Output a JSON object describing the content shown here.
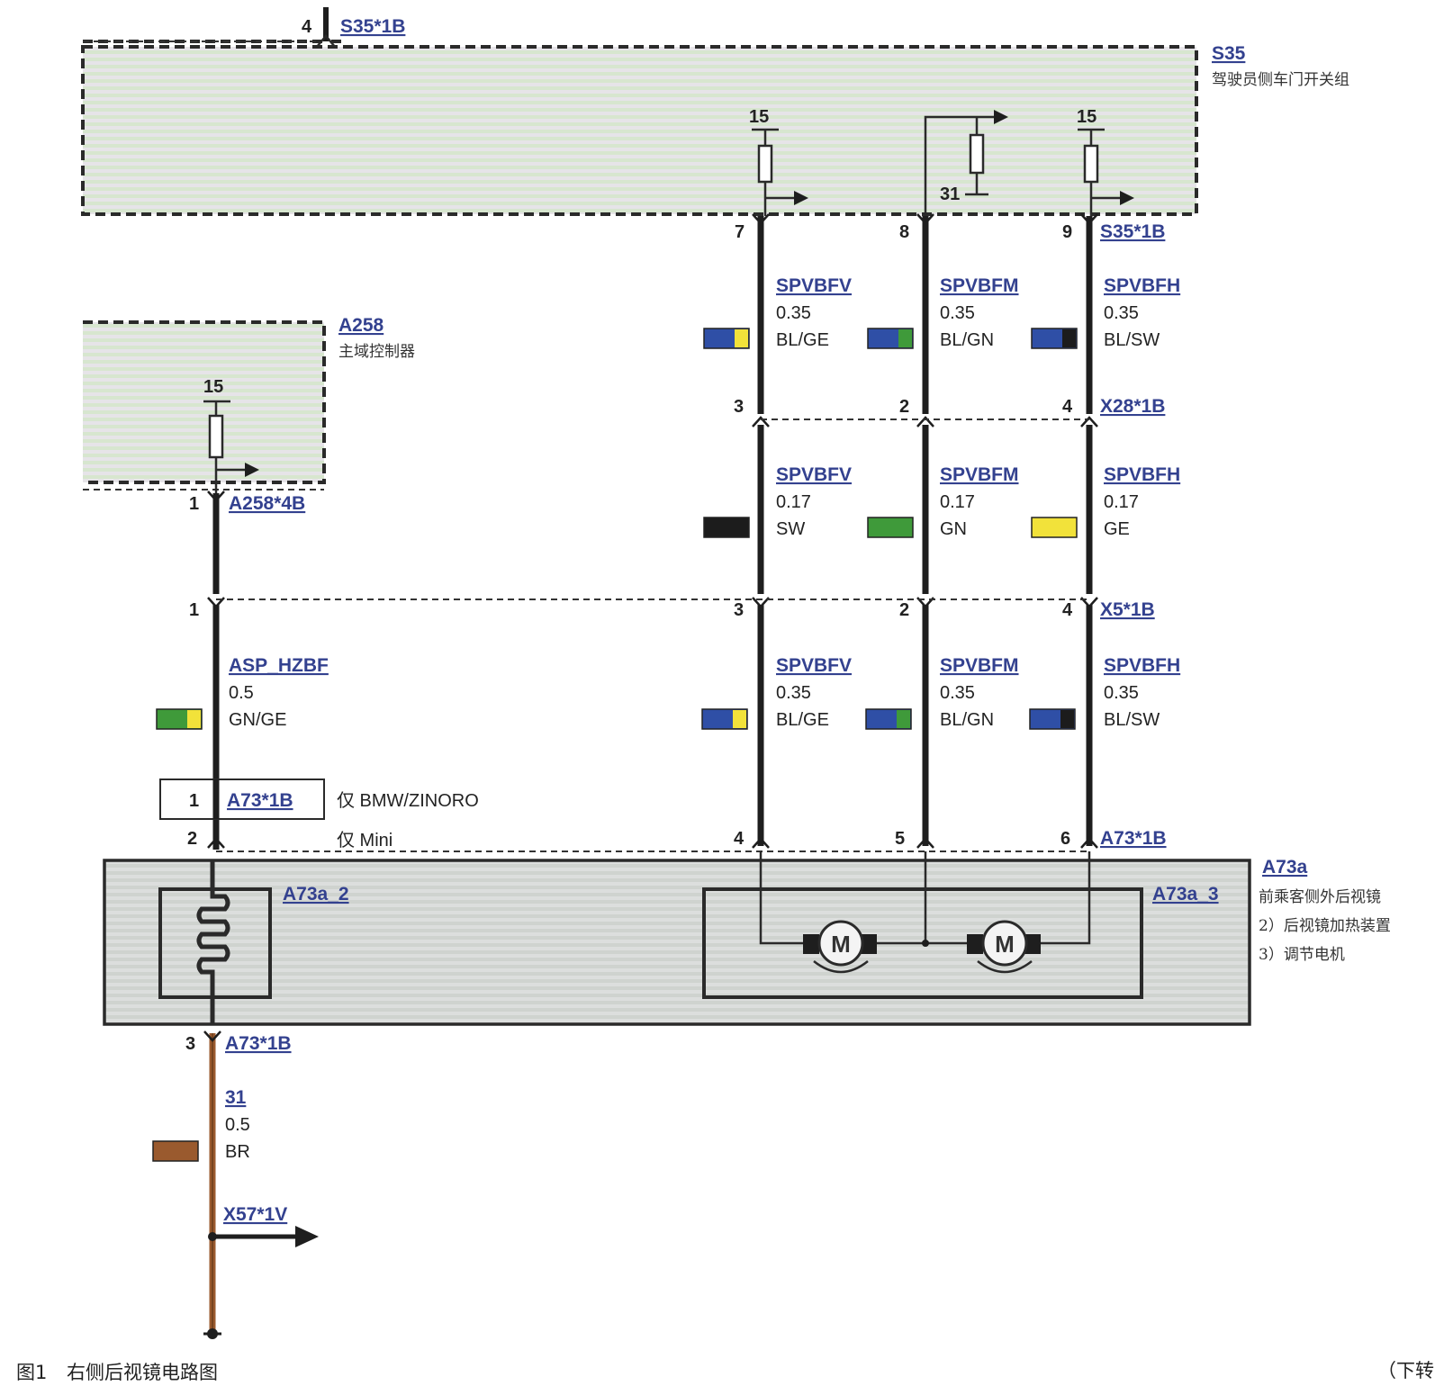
{
  "connectors": {
    "top": {
      "pin": "4",
      "label": "S35*1B"
    },
    "s35_pins": {
      "p7": "7",
      "p8": "8",
      "p9": "9",
      "label": "S35*1B"
    },
    "x28": {
      "p3": "3",
      "p2": "2",
      "p4": "4",
      "label": "X28*1B"
    },
    "x5": {
      "p1": "1",
      "p3": "3",
      "p2": "2",
      "p4": "4",
      "label": "X5*1B"
    },
    "a258_pin": {
      "pin": "1",
      "label": "A258*4B"
    },
    "a73_top": {
      "p1": "1",
      "p2": "2",
      "label1": "A73*1B",
      "note_bmw": "仅 BMW/ZINORO",
      "note_mini": "仅 Mini",
      "p4": "4",
      "p5": "5",
      "p6": "6",
      "label2": "A73*1B"
    },
    "a73_bottom": {
      "pin": "3",
      "label": "A73*1B"
    },
    "x57": {
      "label": "X57*1V"
    }
  },
  "components": {
    "s35": {
      "id": "S35",
      "name": "驾驶员侧车门开关组",
      "fuse15_left": "15",
      "fuse15_right": "15",
      "ground31": "31"
    },
    "a258": {
      "id": "A258",
      "name": "主域控制器",
      "fuse15": "15"
    },
    "a73a": {
      "id": "A73a",
      "name": "前乘客侧外后视镜",
      "note2": "2）后视镜加热装置",
      "note3": "3）调节电机",
      "sub2": "A73a_2",
      "sub3": "A73a_3",
      "motor": "M"
    }
  },
  "wires": {
    "seg1": [
      {
        "name": "SPVBFV",
        "size": "0.35",
        "color": "BL/GE",
        "c1": "#2f4fa6",
        "c2": "#f2e23a"
      },
      {
        "name": "SPVBFM",
        "size": "0.35",
        "color": "BL/GN",
        "c1": "#2f4fa6",
        "c2": "#3f9a3a"
      },
      {
        "name": "SPVBFH",
        "size": "0.35",
        "color": "BL/SW",
        "c1": "#2f4fa6",
        "c2": "#1c1c1c"
      }
    ],
    "seg2": [
      {
        "name": "SPVBFV",
        "size": "0.17",
        "color": "SW",
        "c1": "#1c1c1c",
        "c2": "#1c1c1c"
      },
      {
        "name": "SPVBFM",
        "size": "0.17",
        "color": "GN",
        "c1": "#3f9a3a",
        "c2": "#3f9a3a"
      },
      {
        "name": "SPVBFH",
        "size": "0.17",
        "color": "GE",
        "c1": "#f2e23a",
        "c2": "#f2e23a"
      }
    ],
    "seg3": [
      {
        "name": "SPVBFV",
        "size": "0.35",
        "color": "BL/GE",
        "c1": "#2f4fa6",
        "c2": "#f2e23a"
      },
      {
        "name": "SPVBFM",
        "size": "0.35",
        "color": "BL/GN",
        "c1": "#2f4fa6",
        "c2": "#3f9a3a"
      },
      {
        "name": "SPVBFH",
        "size": "0.35",
        "color": "BL/SW",
        "c1": "#2f4fa6",
        "c2": "#1c1c1c"
      }
    ],
    "heater": {
      "name": "ASP_HZBF",
      "size": "0.5",
      "color": "GN/GE",
      "c1": "#3f9a3a",
      "c2": "#f2e23a"
    },
    "ground": {
      "name": "31",
      "size": "0.5",
      "color": "BR",
      "c1": "#9a5a2e",
      "c2": "#9a5a2e"
    }
  },
  "caption": {
    "figure": "图1",
    "title": "右侧后视镜电路图",
    "continued": "（下转"
  }
}
